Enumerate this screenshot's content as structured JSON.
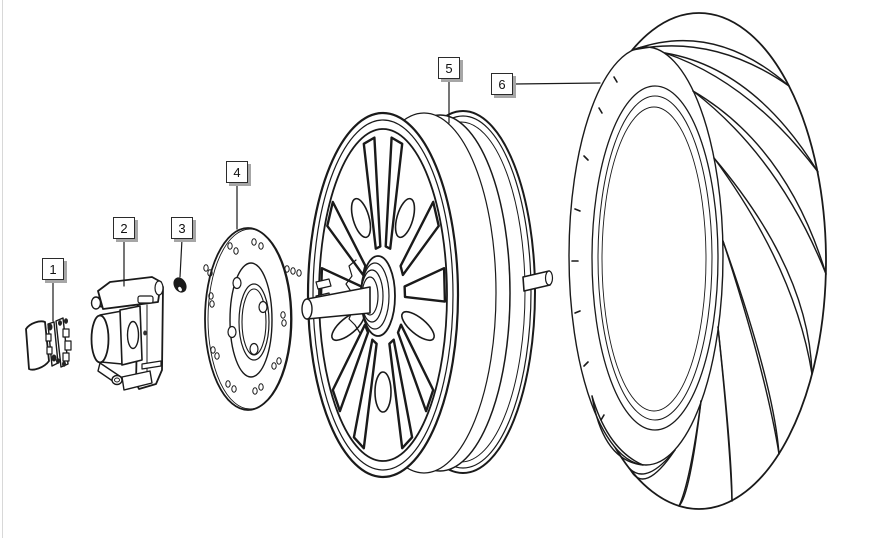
{
  "canvas": {
    "background": "#ffffff",
    "line_color": "#1a1a1a"
  },
  "callout_style": {
    "background": "#ffffff",
    "border_color": "#2b2b2b",
    "shadow_color": "#a6a6a6"
  },
  "callouts": [
    {
      "number": "1",
      "part": "brake-pads"
    },
    {
      "number": "2",
      "part": "brake-caliper"
    },
    {
      "number": "3",
      "part": "brake-pad-pin"
    },
    {
      "number": "4",
      "part": "brake-disc"
    },
    {
      "number": "5",
      "part": "wheel-rim"
    },
    {
      "number": "6",
      "part": "tire"
    }
  ]
}
